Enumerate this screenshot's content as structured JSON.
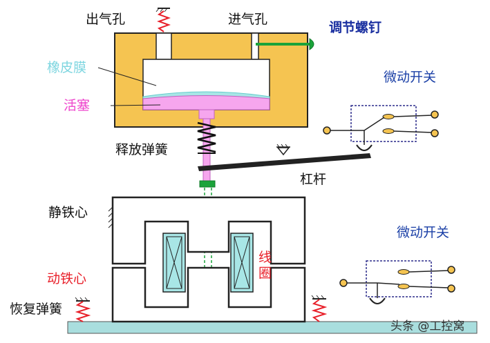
{
  "labels": {
    "outlet_hole": "出气孔",
    "inlet_hole": "进气孔",
    "adjust_screw": "调节螺钉",
    "rubber_membrane": "橡皮膜",
    "piston": "活塞",
    "release_spring": "释放弹簧",
    "micro_switch_top": "微动开关",
    "lever": "杠杆",
    "static_core": "静铁心",
    "micro_switch_bottom": "微动开关",
    "coil": "线圈",
    "moving_core": "动铁心",
    "return_spring": "恢复弹簧"
  },
  "watermark": "头条 @工控窝"
}
